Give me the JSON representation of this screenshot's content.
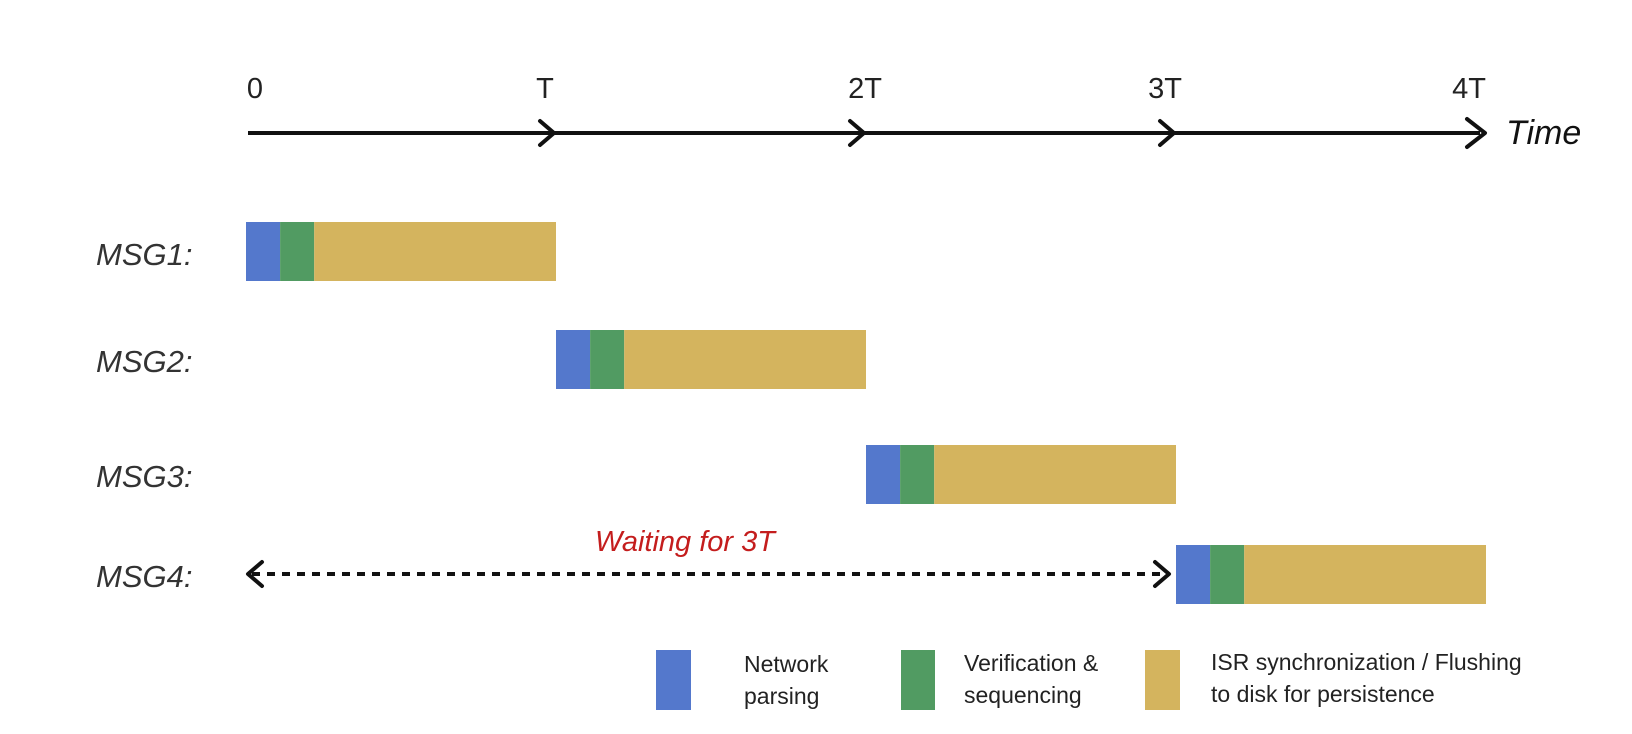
{
  "timeline": {
    "ticks": [
      "0",
      "T",
      "2T",
      "3T",
      "4T"
    ],
    "axis_title": "Time"
  },
  "phases": [
    {
      "key": "parse",
      "units": 0.11,
      "color": "#5478CC"
    },
    {
      "key": "verify",
      "units": 0.11,
      "color": "#519B62"
    },
    {
      "key": "flush",
      "units": 0.78,
      "color": "#D4B45E"
    }
  ],
  "messages": [
    {
      "label": "MSG1:",
      "start": 0
    },
    {
      "label": "MSG2:",
      "start": 1
    },
    {
      "label": "MSG3:",
      "start": 2
    },
    {
      "label": "MSG4:",
      "start": 3
    }
  ],
  "wait": {
    "label": "Waiting for 3T",
    "from": 0,
    "to": 3,
    "color": "#C41D1D"
  },
  "legend": [
    {
      "line1": "Network",
      "line2": "parsing",
      "color": "#5478CC"
    },
    {
      "line1": "Verification &",
      "line2": "sequencing",
      "color": "#519B62"
    },
    {
      "line1": "ISR synchronization / Flushing",
      "line2": "to disk for persistence",
      "color": "#D4B45E"
    }
  ]
}
